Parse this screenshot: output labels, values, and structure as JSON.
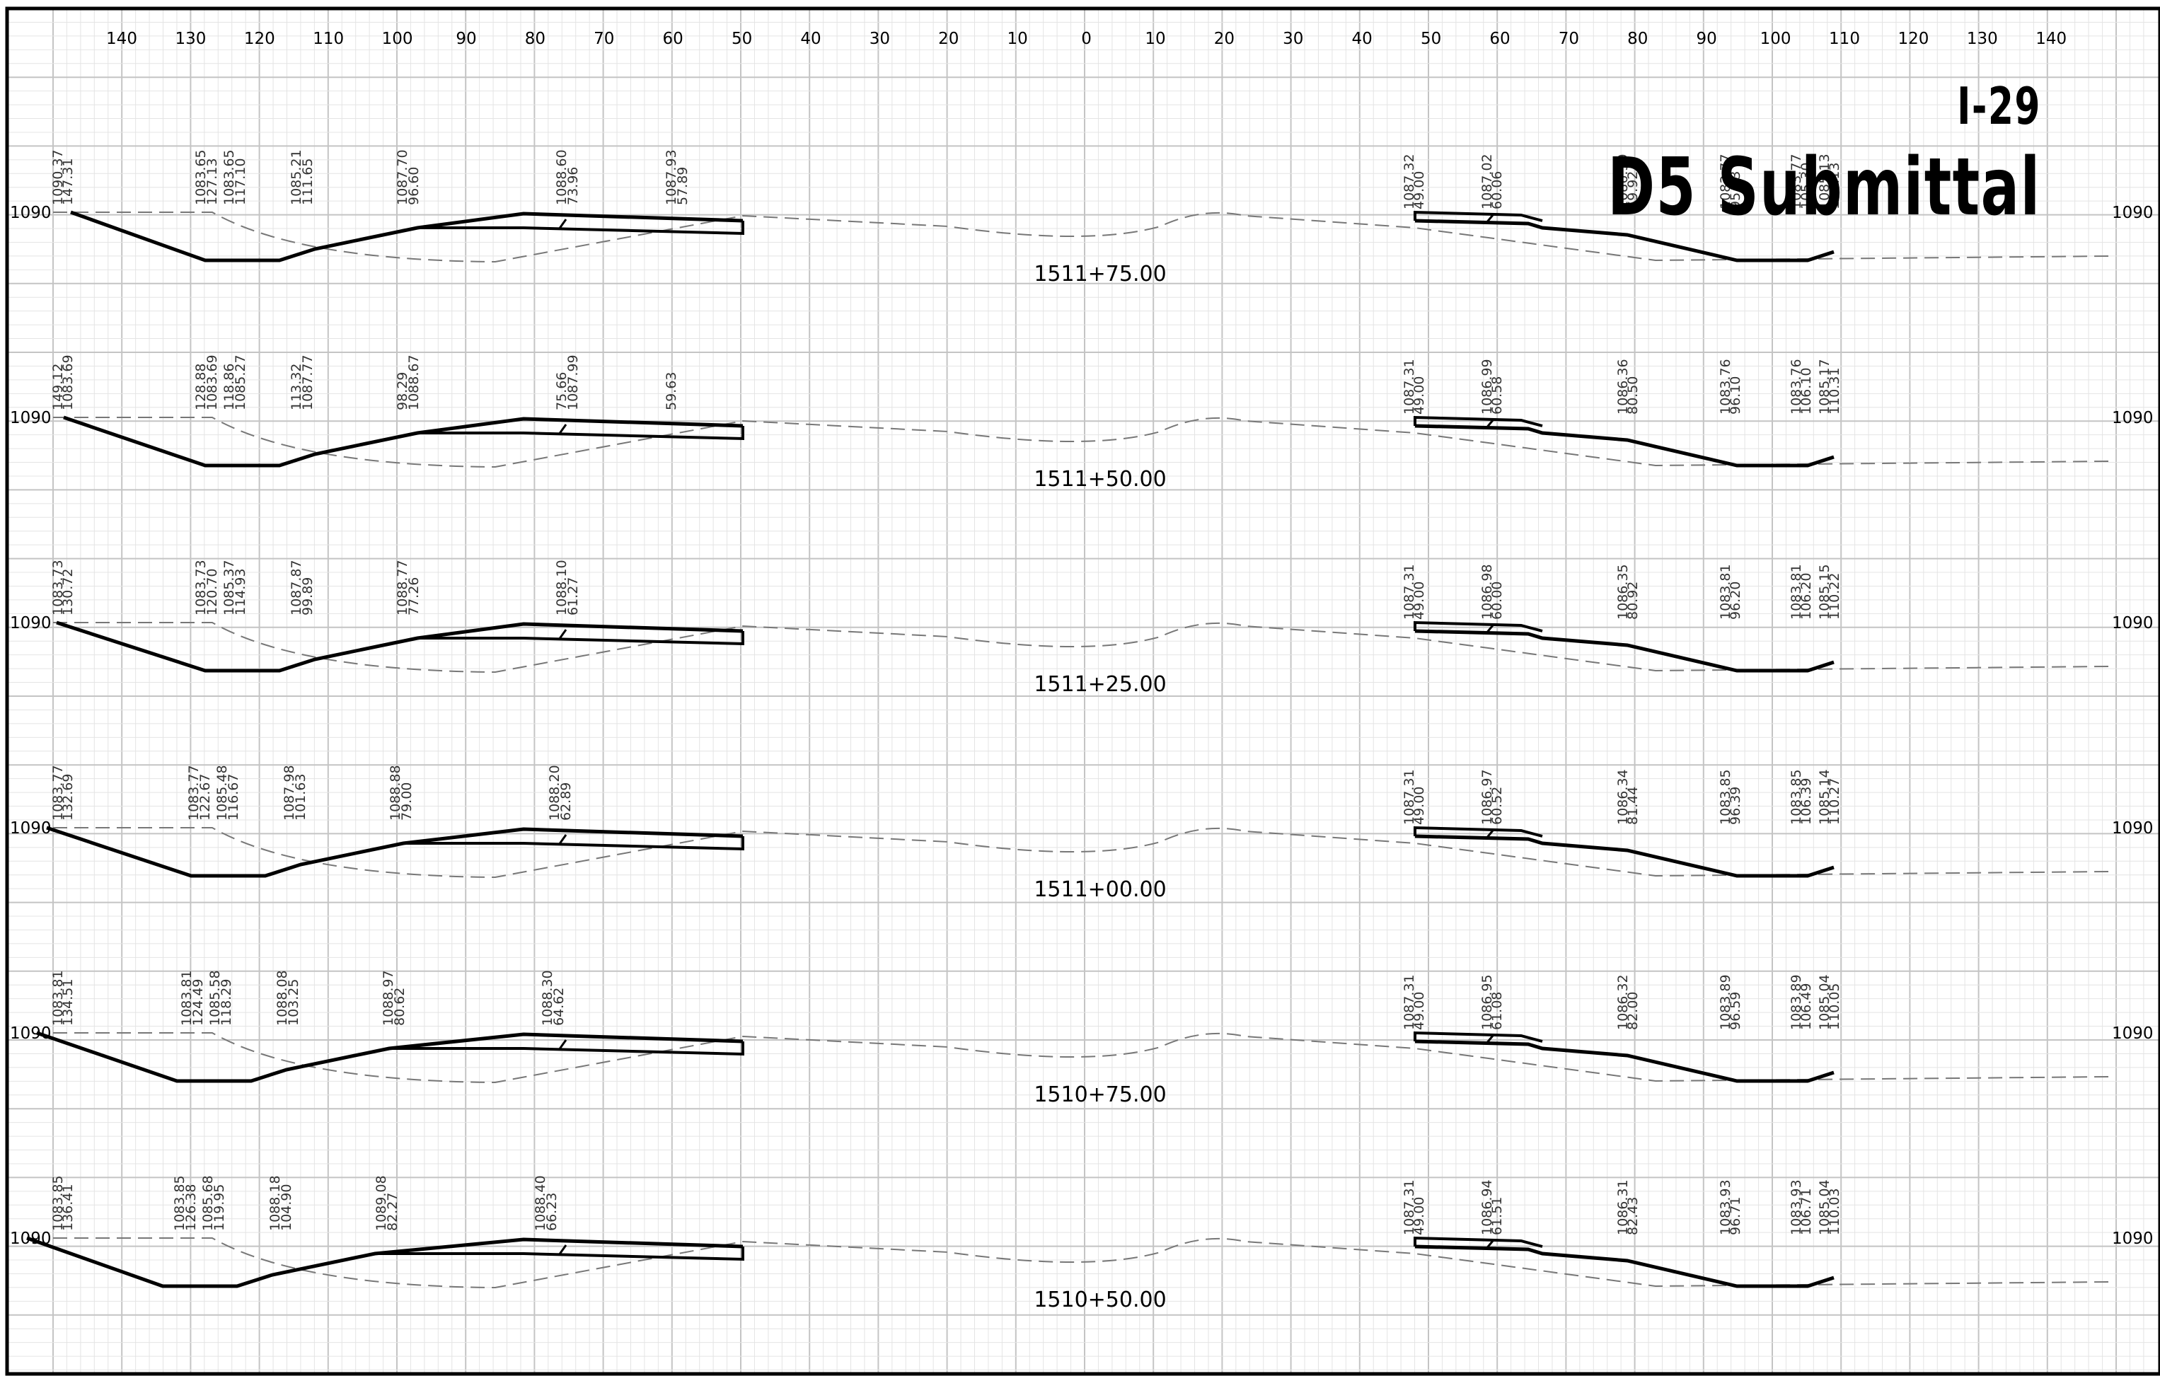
{
  "title": {
    "line1": "I-29",
    "line2": "D5 Submittal"
  },
  "top_axis_labels": [
    "140",
    "130",
    "120",
    "110",
    "100",
    "90",
    "80",
    "70",
    "60",
    "50",
    "40",
    "30",
    "20",
    "10",
    "0",
    "10",
    "20",
    "30",
    "40",
    "50",
    "60",
    "70",
    "80",
    "90",
    "100",
    "110",
    "120",
    "130",
    "140"
  ],
  "elevation_label": "1090",
  "sections": [
    {
      "station": "1511+75.00",
      "left_labels": [
        "1090.37",
        "147.31",
        "1083.65",
        "127.13",
        "1083.65",
        "117.10",
        "1085.21",
        "111.65",
        "1087.70",
        "96.60",
        "1088.60",
        "73.96",
        "1087.93",
        "57.89"
      ],
      "right_labels": [
        "1087.32",
        "49.00",
        "1087.02",
        "60.06",
        "1086.39",
        "79.92",
        "1083.77",
        "95.43",
        "1083.77",
        "105.30",
        "1085.13",
        "105.13"
      ]
    },
    {
      "station": "1511+50.00",
      "left_labels": [
        "149.12",
        "1083.69",
        "128.88",
        "1083.69",
        "118.86",
        "1085.27",
        "113.32",
        "1087.77",
        "98.29",
        "1088.67",
        "75.66",
        "1087.99",
        "59.63"
      ],
      "right_labels": [
        "1087.31",
        "49.00",
        "1086.99",
        "60.58",
        "1086.36",
        "80.50",
        "1083.76",
        "96.10",
        "1083.76",
        "106.10",
        "1085.17",
        "110.31"
      ]
    },
    {
      "station": "1511+25.00",
      "left_labels": [
        "1083.73",
        "130.72",
        "1083.73",
        "120.70",
        "1085.37",
        "114.93",
        "1087.87",
        "99.89",
        "1088.77",
        "77.26",
        "1088.10",
        "61.27"
      ],
      "right_labels": [
        "1087.31",
        "49.00",
        "1086.98",
        "60.00",
        "1086.35",
        "80.92",
        "1083.81",
        "96.20",
        "1083.81",
        "106.20",
        "1085.15",
        "110.22"
      ]
    },
    {
      "station": "1511+00.00",
      "left_labels": [
        "1083.77",
        "132.69",
        "1083.77",
        "122.67",
        "1085.48",
        "116.67",
        "1087.98",
        "101.63",
        "1088.88",
        "79.00",
        "1088.20",
        "62.89"
      ],
      "right_labels": [
        "1087.31",
        "49.00",
        "1086.97",
        "60.52",
        "1086.34",
        "81.44",
        "1083.85",
        "96.39",
        "1083.85",
        "106.39",
        "1085.14",
        "110.27"
      ]
    },
    {
      "station": "1510+75.00",
      "left_labels": [
        "1083.81",
        "134.51",
        "1083.81",
        "124.49",
        "1085.58",
        "118.29",
        "1088.08",
        "103.25",
        "1088.97",
        "80.62",
        "1088.30",
        "64.62"
      ],
      "right_labels": [
        "1087.31",
        "49.00",
        "1086.95",
        "61.08",
        "1086.32",
        "82.00",
        "1083.89",
        "96.59",
        "1083.89",
        "106.49",
        "1085.04",
        "110.05"
      ]
    },
    {
      "station": "1510+50.00",
      "left_labels": [
        "1083.85",
        "136.41",
        "1083.85",
        "126.38",
        "1085.68",
        "119.95",
        "1088.18",
        "104.90",
        "1089.08",
        "82.27",
        "1088.40",
        "66.23"
      ],
      "right_labels": [
        "1087.31",
        "49.00",
        "1086.94",
        "61.51",
        "1086.31",
        "82.43",
        "1083.93",
        "96.71",
        "1083.93",
        "106.71",
        "1085.04",
        "110.03"
      ]
    }
  ]
}
